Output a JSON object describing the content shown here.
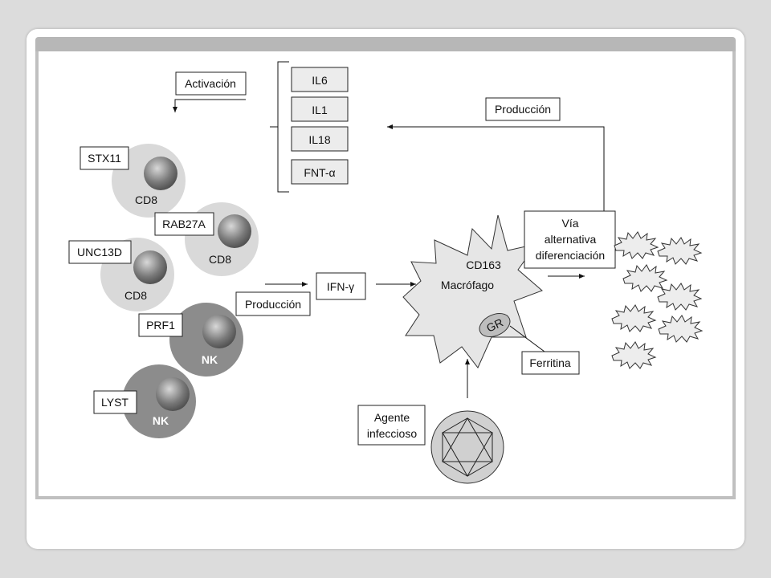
{
  "colors": {
    "frame_bg": "#dcdcdc",
    "top_bar": "#b7b7b7",
    "cd8_cell": "#d9d9d9",
    "nk_cell": "#8c8c8c",
    "nucleus": "#6e6e6e",
    "macrophage": "#e6e6e6",
    "cytokine_box": "#ececec"
  },
  "labels": {
    "activacion": "Activación",
    "produccion_top": "Producción",
    "produccion_mid": "Producción",
    "ifn_gamma": "IFN-γ",
    "via_line1": "Vía",
    "via_line2": "alternativa",
    "via_line3": "diferenciación",
    "ferritina": "Ferritina",
    "agente_line1": "Agente",
    "agente_line2": "infeccioso"
  },
  "cytokines": [
    "IL6",
    "IL1",
    "IL18",
    "FNT-α"
  ],
  "genes": {
    "stx11": "STX11",
    "rab27a": "RAB27A",
    "unc13d": "UNC13D",
    "prf1": "PRF1",
    "lyst": "LYST"
  },
  "cells": {
    "cd8_a": "CD8",
    "cd8_b": "CD8",
    "cd8_c": "CD8",
    "nk_a": "NK",
    "nk_b": "NK"
  },
  "macrophage": {
    "marker": "CD163",
    "name": "Macrófago",
    "receptor": "GR"
  },
  "icons": {
    "virus": "icosahedral-virus-icon",
    "activated_cells": "spiky-cell-icon"
  }
}
